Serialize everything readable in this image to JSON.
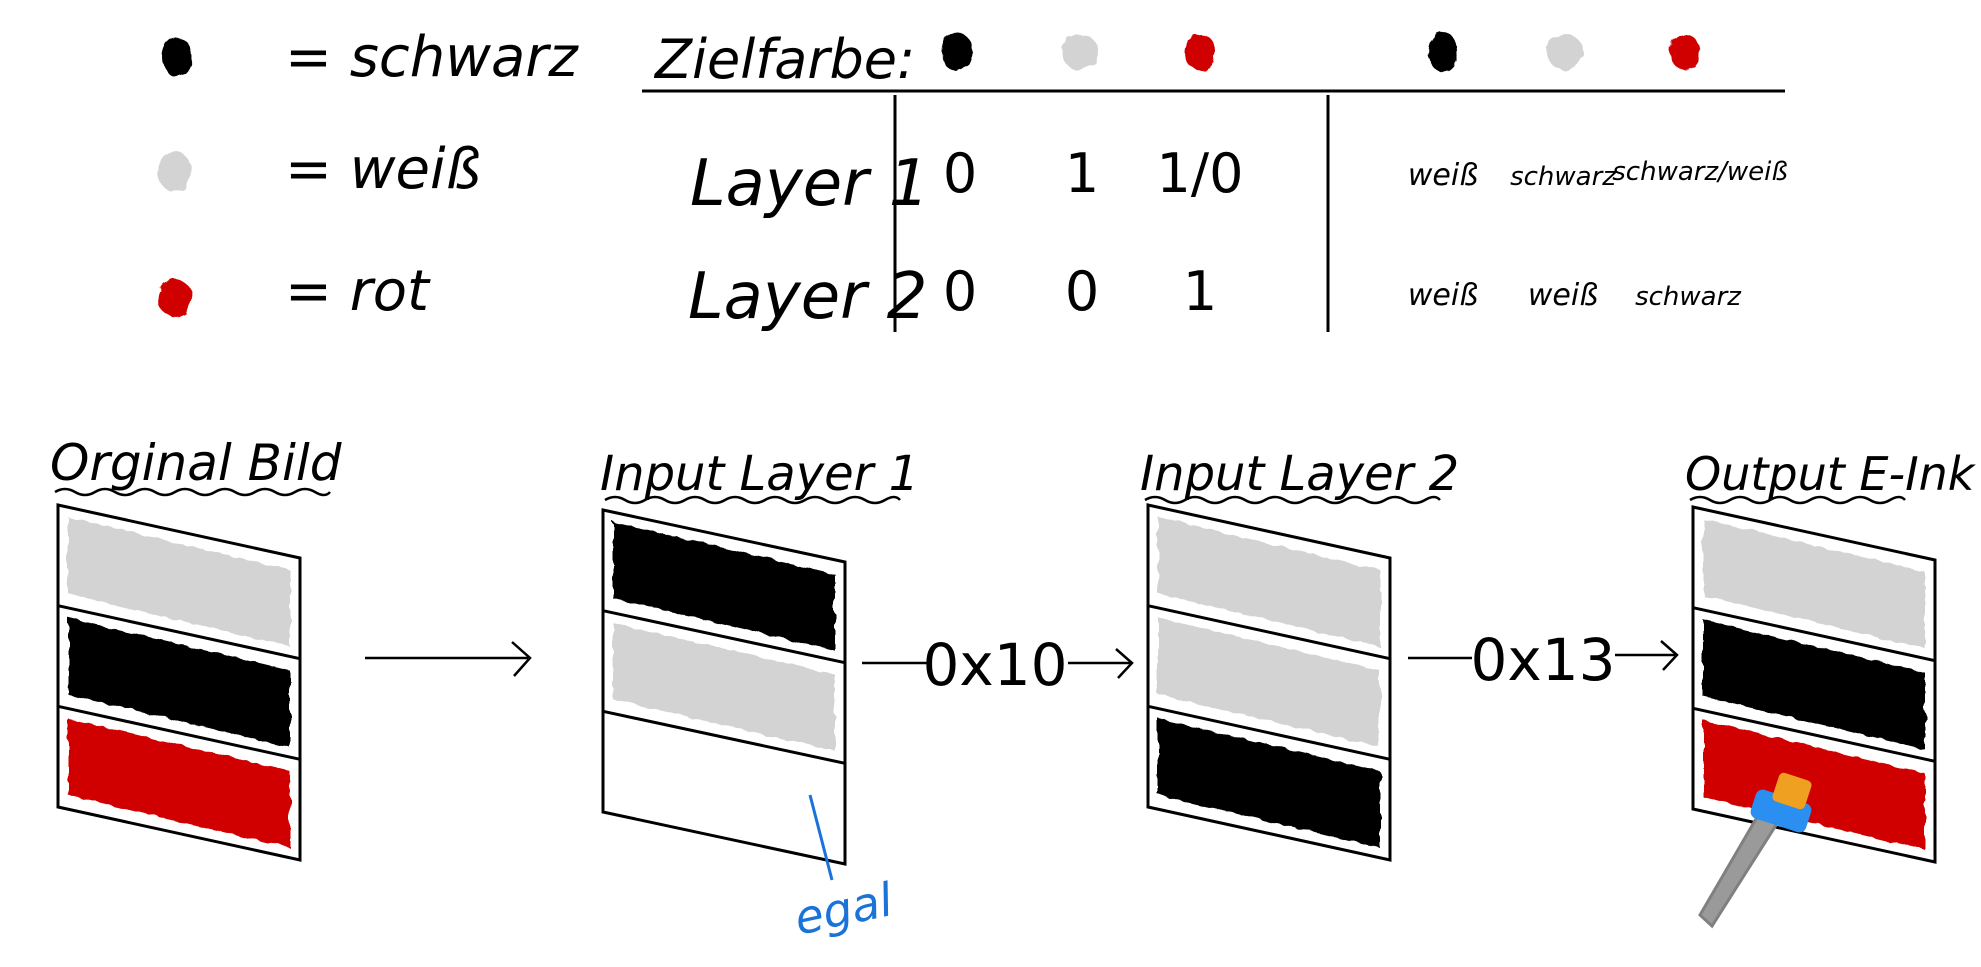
{
  "colors": {
    "black": "#000000",
    "white_gray": "#d3d3d3",
    "red": "#d10000",
    "annotation_blue": "#1a73d9",
    "stylus_body": "#9a9a9a",
    "stylus_band": "#2a8ff0",
    "stylus_tip": "#f0a020"
  },
  "legend": [
    {
      "swatch": "black",
      "label": "= schwarz"
    },
    {
      "swatch": "white_gray",
      "label": "= weiß"
    },
    {
      "swatch": "red",
      "label": "= rot"
    }
  ],
  "table": {
    "header_label": "Zielfarbe:",
    "target_swatches": [
      "black",
      "white_gray",
      "red"
    ],
    "rows": [
      {
        "label": "Layer 1",
        "values": [
          "0",
          "1",
          "1/0"
        ],
        "colors": [
          "weiß",
          "schwarz",
          "schwarz/weiß"
        ]
      },
      {
        "label": "Layer 2",
        "values": [
          "0",
          "0",
          "1"
        ],
        "colors": [
          "weiß",
          "weiß",
          "schwarz"
        ]
      }
    ]
  },
  "panels": [
    {
      "title": "Orginal Bild",
      "bands": [
        "white_gray",
        "black",
        "red"
      ]
    },
    {
      "title": "Input Layer 1",
      "bands": [
        "black",
        "white_gray",
        "none"
      ]
    },
    {
      "title": "Input Layer 2",
      "bands": [
        "white_gray",
        "white_gray",
        "black"
      ]
    },
    {
      "title": "Output E-Ink",
      "bands": [
        "white_gray",
        "black",
        "red"
      ]
    }
  ],
  "arrows": [
    {
      "label": ""
    },
    {
      "label": "0x10"
    },
    {
      "label": "0x13"
    }
  ],
  "annotation": {
    "text": "egal"
  }
}
